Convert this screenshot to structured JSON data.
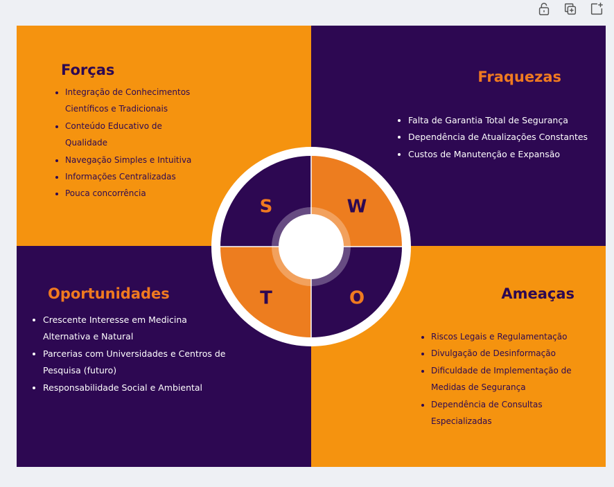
{
  "colors": {
    "orange": "#f5930f",
    "purple": "#2d0852",
    "wheel_orange": "#ed7d1f",
    "white": "#ffffff",
    "title_orange": "#f07a20",
    "dark_text": "#2d0852"
  },
  "toolbar": {
    "lock_icon": "lock-open-icon",
    "duplicate_icon": "duplicate-icon",
    "add_icon": "add-page-icon"
  },
  "swot": {
    "strengths": {
      "title": "Forças",
      "items": [
        "Integração de Conhecimentos Científicos e Tradicionais",
        "Conteúdo Educativo de Qualidade",
        "Navegação Simples e Intuitiva",
        "Informações Centralizadas",
        "Pouca concorrência"
      ]
    },
    "weaknesses": {
      "title": "Fraquezas",
      "items": [
        "Falta de Garantia Total de Segurança",
        "Dependência de Atualizações Constantes",
        "Custos de Manutenção e Expansão"
      ]
    },
    "opportunities": {
      "title": "Oportunidades",
      "items": [
        "Crescente Interesse em Medicina Alternativa e Natural",
        "Parcerias com Universidades e Centros de Pesquisa (futuro)",
        "Responsabilidade Social e Ambiental"
      ]
    },
    "threats": {
      "title": "Ameaças",
      "items": [
        "Riscos Legais e Regulamentação",
        "Divulgação de Desinformação",
        "Dificuldade de Implementação de Medidas de Segurança",
        "Dependência de Consultas Especializadas"
      ]
    }
  },
  "wheel": {
    "s": "S",
    "w": "W",
    "t": "T",
    "o": "O"
  }
}
